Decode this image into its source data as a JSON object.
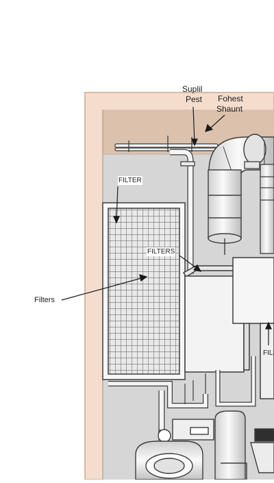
{
  "labels": {
    "supply_line1": "Suplil",
    "supply_line2": "Pest",
    "exhaust_line1": "Fohest",
    "exhaust_line2": "Shaunt",
    "filter_top": "FILTER",
    "filters_mid": "FILTERS",
    "filters_left": "Filters",
    "fil_right": "FILL"
  },
  "colors": {
    "outer_wall": "#f5ddce",
    "wall_edge": "#c9a894",
    "ceiling": "#dcc2ad",
    "interior": "#d6d6d6",
    "duct": "#f2f2f2",
    "outline": "#3c3c3c",
    "filter_grid": "#6e6e6e"
  }
}
